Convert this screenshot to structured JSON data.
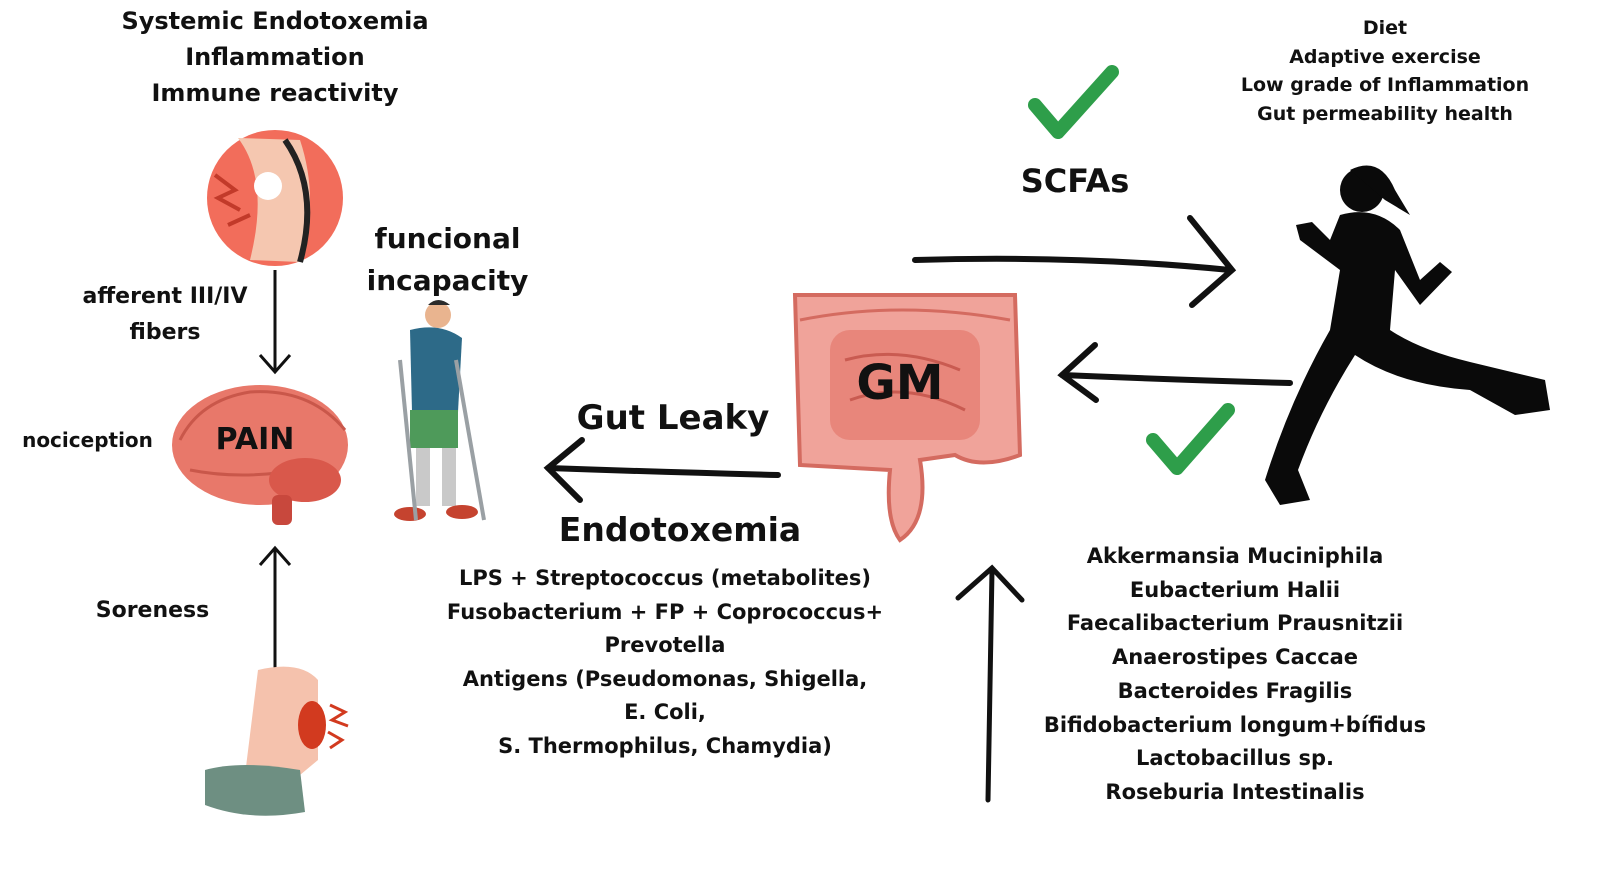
{
  "top_left": {
    "lines": [
      "Systemic Endotoxemia",
      "Inflammation",
      "Immune reactivity"
    ]
  },
  "afferent": {
    "lines": [
      "afferent III/IV",
      "fibers"
    ]
  },
  "nociception": "nociception",
  "pain": "PAIN",
  "soreness": "Soreness",
  "funcional": {
    "lines": [
      "funcional",
      "incapacity"
    ]
  },
  "gut_leaky": "Gut Leaky",
  "endotoxemia": {
    "title": "Endotoxemia",
    "lines": [
      "LPS + Streptococcus (metabolites)",
      "Fusobacterium + FP + Coprococcus+",
      "Prevotella",
      "Antigens (Pseudomonas, Shigella,",
      "E. Coli,",
      "S. Thermophilus, Chamydia)"
    ]
  },
  "gm": "GM",
  "scfas": "SCFAs",
  "top_right": {
    "lines": [
      "Diet",
      "Adaptive exercise",
      "Low grade of Inflammation",
      "Gut permeability health"
    ]
  },
  "bacteria": {
    "lines": [
      "Akkermansia Muciniphila",
      "Eubacterium Halii",
      "Faecalibacterium Prausnitzii",
      "Anaerostipes Caccae",
      "Bacteroides Fragilis",
      "Bifidobacterium longum+bífidus",
      "Lactobacillus sp.",
      "Roseburia Intestinalis"
    ]
  },
  "colors": {
    "check": "#2e9e4a",
    "brain": "#e8786a",
    "intestine": "#f0a39a",
    "joint": "#f26d5b",
    "ink": "#111111"
  }
}
